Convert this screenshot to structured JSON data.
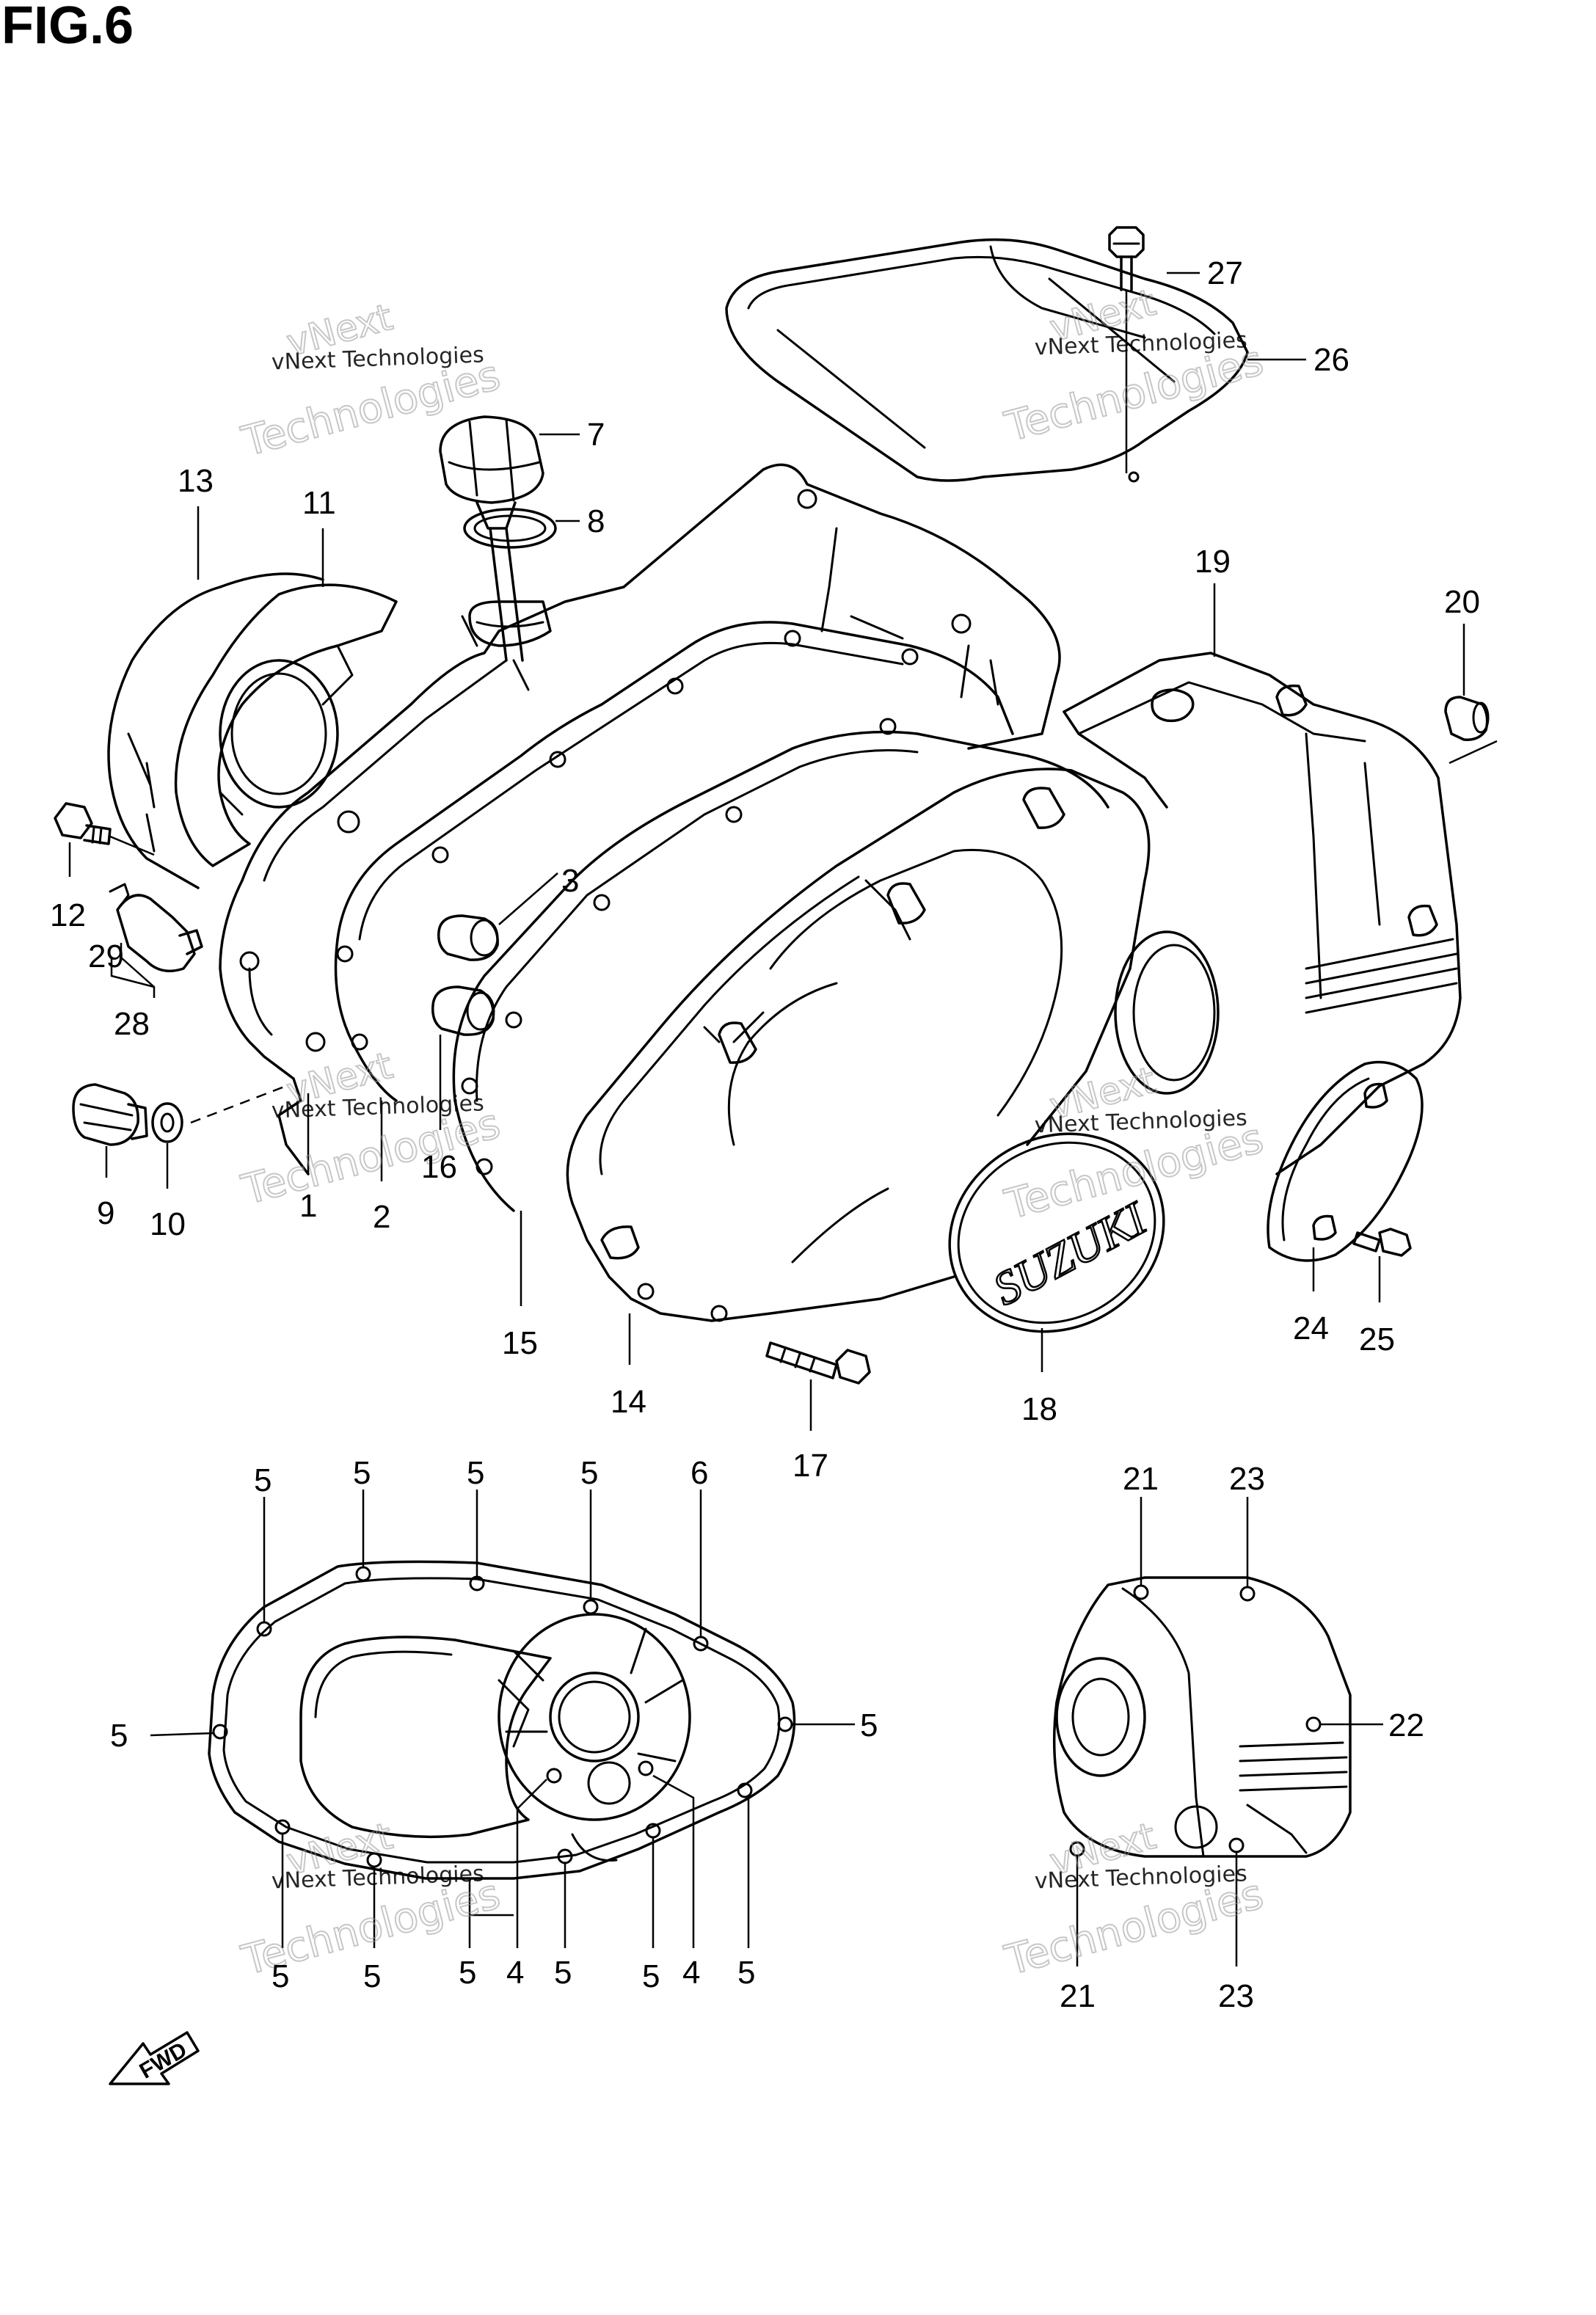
{
  "figure": {
    "title": "FIG.6"
  },
  "callouts": [
    {
      "num": "27"
    },
    {
      "num": "26"
    },
    {
      "num": "7"
    },
    {
      "num": "8"
    },
    {
      "num": "13"
    },
    {
      "num": "11"
    },
    {
      "num": "19"
    },
    {
      "num": "20"
    },
    {
      "num": "12"
    },
    {
      "num": "3"
    },
    {
      "num": "29"
    },
    {
      "num": "28"
    },
    {
      "num": "9"
    },
    {
      "num": "10"
    },
    {
      "num": "1"
    },
    {
      "num": "2"
    },
    {
      "num": "16"
    },
    {
      "num": "15"
    },
    {
      "num": "14"
    },
    {
      "num": "17"
    },
    {
      "num": "18"
    },
    {
      "num": "24"
    },
    {
      "num": "25"
    },
    {
      "num": "5"
    },
    {
      "num": "5"
    },
    {
      "num": "5"
    },
    {
      "num": "5"
    },
    {
      "num": "6"
    },
    {
      "num": "5"
    },
    {
      "num": "5"
    },
    {
      "num": "5"
    },
    {
      "num": "5"
    },
    {
      "num": "5"
    },
    {
      "num": "4"
    },
    {
      "num": "5"
    },
    {
      "num": "5"
    },
    {
      "num": "4"
    },
    {
      "num": "5"
    },
    {
      "num": "21"
    },
    {
      "num": "23"
    },
    {
      "num": "22"
    },
    {
      "num": "21"
    },
    {
      "num": "23"
    }
  ],
  "watermark": {
    "line1": "vNext Technologies",
    "line2": "Technologies",
    "line3": "vNext"
  },
  "emblem": {
    "text": "SUZUKI"
  },
  "fwd_arrow": {
    "text": "FWD"
  }
}
